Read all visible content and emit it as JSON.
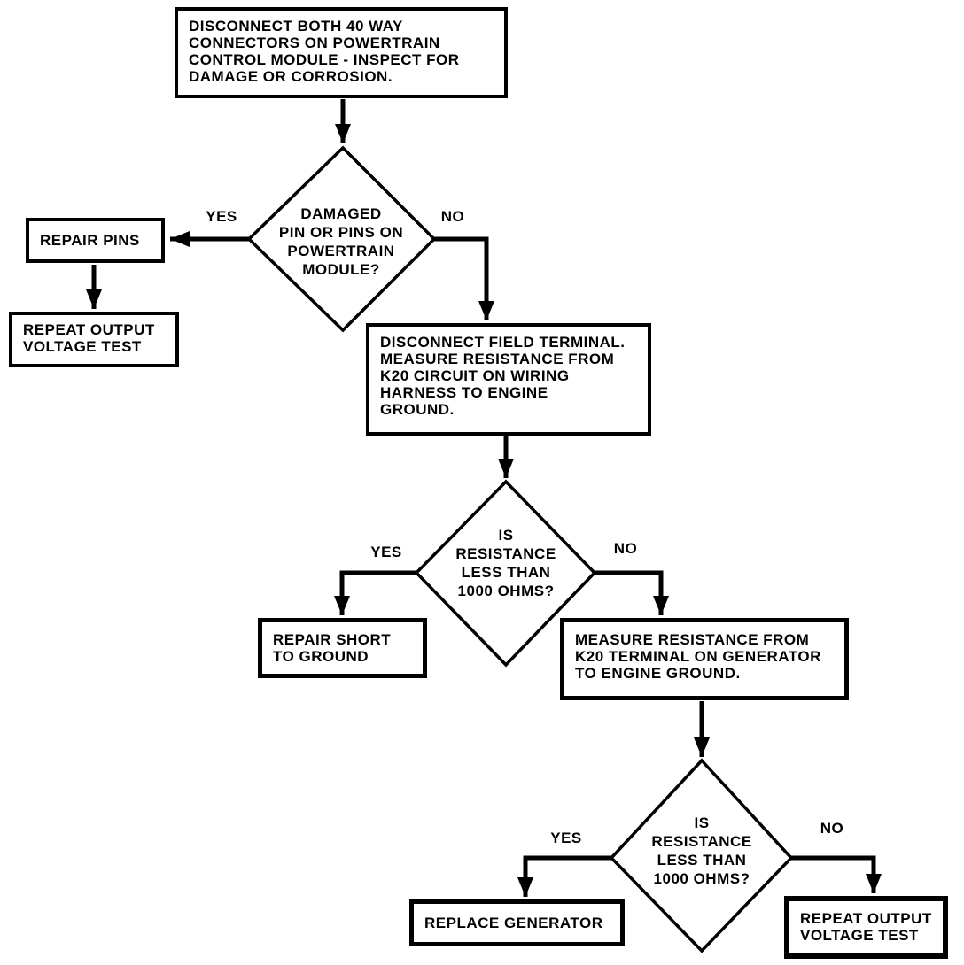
{
  "flowchart": {
    "colors": {
      "line": "#000000",
      "node_fill": "#ffffff",
      "text": "#000000",
      "background": "#ffffff"
    },
    "nodes": {
      "step_disconnect_connectors": {
        "type": "process",
        "label": "DISCONNECT BOTH 40 WAY\nCONNECTORS ON POWERTRAIN\nCONTROL MODULE - INSPECT FOR\nDAMAGE OR CORROSION."
      },
      "decision_damaged_pins": {
        "type": "decision",
        "label": "DAMAGED\nPIN OR PINS ON\nPOWERTRAIN\nMODULE?"
      },
      "action_repair_pins": {
        "type": "process",
        "label": "REPAIR PINS"
      },
      "action_repeat_output_voltage_test_left": {
        "type": "process",
        "label": "REPEAT OUTPUT\nVOLTAGE TEST"
      },
      "step_disconnect_field_terminal": {
        "type": "process",
        "label": "DISCONNECT FIELD TERMINAL.\nMEASURE RESISTANCE FROM\nK20 CIRCUIT ON WIRING\nHARNESS TO ENGINE\nGROUND."
      },
      "decision_resistance_harness": {
        "type": "decision",
        "label": "IS\nRESISTANCE\nLESS THAN\n1000 OHMS?"
      },
      "action_repair_short_to_ground": {
        "type": "process",
        "label": "REPAIR SHORT\nTO GROUND"
      },
      "step_measure_generator_resistance": {
        "type": "process",
        "label": "MEASURE RESISTANCE FROM\nK20 TERMINAL ON GENERATOR\nTO ENGINE GROUND."
      },
      "decision_resistance_generator": {
        "type": "decision",
        "label": "IS\nRESISTANCE\nLESS THAN\n1000 OHMS?"
      },
      "action_replace_generator": {
        "type": "process",
        "label": "REPLACE GENERATOR"
      },
      "action_repeat_output_voltage_test_right": {
        "type": "process",
        "label": "REPEAT OUTPUT\nVOLTAGE TEST"
      }
    },
    "edges": [
      {
        "from": "step_disconnect_connectors",
        "to": "decision_damaged_pins",
        "label": ""
      },
      {
        "from": "decision_damaged_pins",
        "to": "action_repair_pins",
        "label": "YES"
      },
      {
        "from": "action_repair_pins",
        "to": "action_repeat_output_voltage_test_left",
        "label": ""
      },
      {
        "from": "decision_damaged_pins",
        "to": "step_disconnect_field_terminal",
        "label": "NO"
      },
      {
        "from": "step_disconnect_field_terminal",
        "to": "decision_resistance_harness",
        "label": ""
      },
      {
        "from": "decision_resistance_harness",
        "to": "action_repair_short_to_ground",
        "label": "YES"
      },
      {
        "from": "decision_resistance_harness",
        "to": "step_measure_generator_resistance",
        "label": "NO"
      },
      {
        "from": "step_measure_generator_resistance",
        "to": "decision_resistance_generator",
        "label": ""
      },
      {
        "from": "decision_resistance_generator",
        "to": "action_replace_generator",
        "label": "YES"
      },
      {
        "from": "decision_resistance_generator",
        "to": "action_repeat_output_voltage_test_right",
        "label": "NO"
      }
    ]
  }
}
